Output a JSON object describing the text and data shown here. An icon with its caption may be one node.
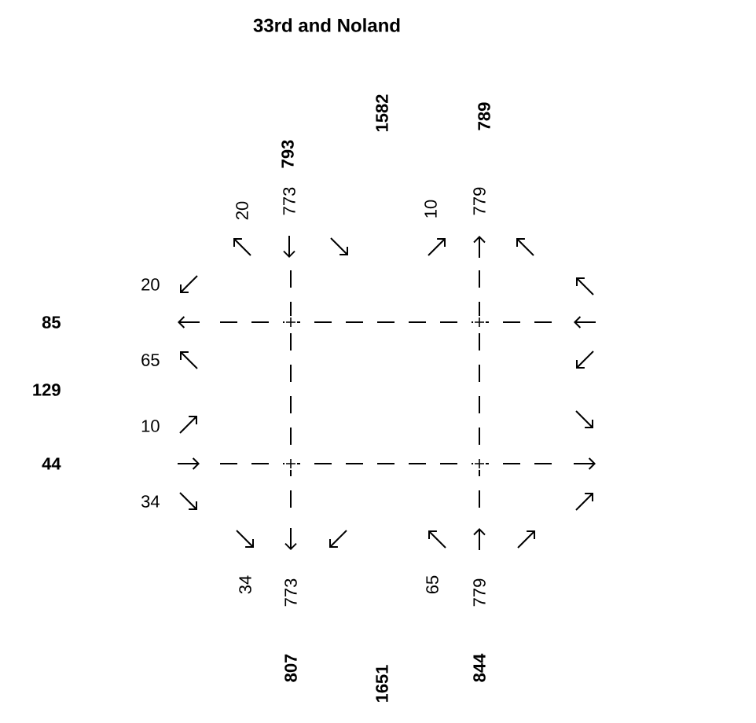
{
  "diagram": {
    "title": "33rd and Noland",
    "labels": [
      "793",
      "1582",
      "789",
      "20",
      "773",
      "10",
      "779",
      "20",
      "85",
      "65",
      "129",
      "10",
      "44",
      "34",
      "34",
      "773",
      "65",
      "779",
      "807",
      "1651",
      "844"
    ]
  }
}
